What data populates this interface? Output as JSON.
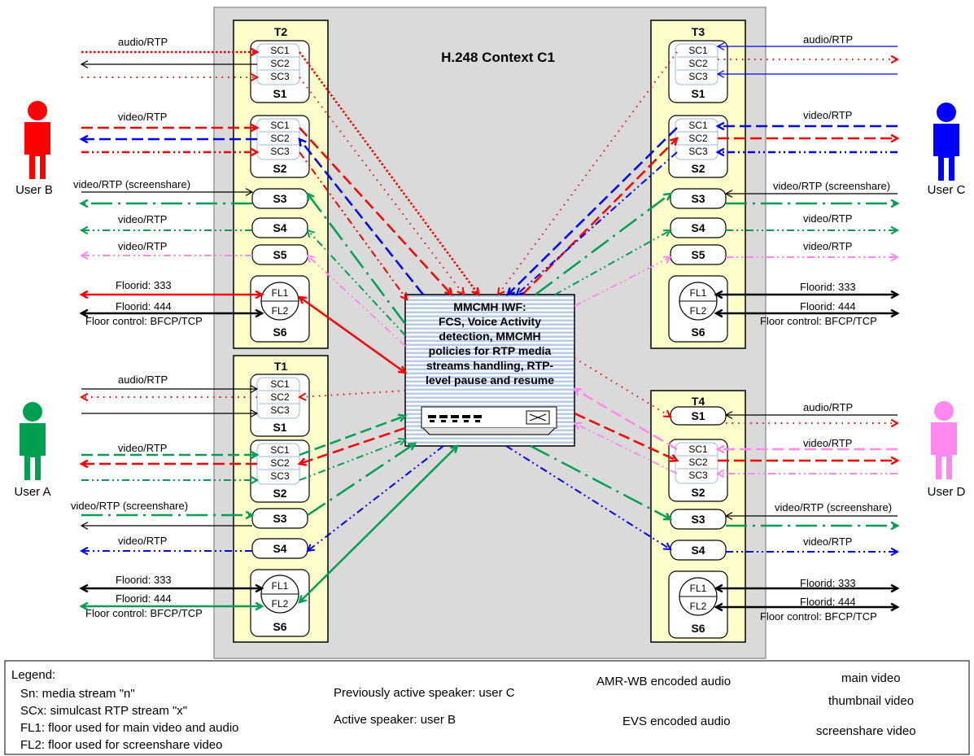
{
  "context_title": "H.248 Context C1",
  "terminations": {
    "t1": "T1",
    "t2": "T2",
    "t3": "T3",
    "t4": "T4"
  },
  "streams": {
    "s1": "S1",
    "s2": "S2",
    "s3": "S3",
    "s4": "S4",
    "s5": "S5",
    "s6": "S6",
    "sc1": "SC1",
    "sc2": "SC2",
    "sc3": "SC3",
    "fl1": "FL1",
    "fl2": "FL2"
  },
  "users": {
    "a": {
      "name": "User A",
      "color": "#00a050"
    },
    "b": {
      "name": "User B",
      "color": "#ff0000"
    },
    "c": {
      "name": "User C",
      "color": "#0000ff"
    },
    "d": {
      "name": "User D",
      "color": "#ff88ee"
    }
  },
  "stream_labels": {
    "audio": "audio/RTP",
    "video": "video/RTP",
    "screenshare": "video/RTP (screenshare)",
    "floor_333": "Floorid: 333",
    "floor_444": "Floorid: 444",
    "floor_control": "Floor control: BFCP/TCP"
  },
  "iwf": {
    "lines": [
      "MMCMH IWF:",
      "FCS, Voice Activity",
      "detection, MMCMH",
      "policies for RTP media",
      "streams handling, RTP-",
      "level pause and resume"
    ]
  },
  "legend": {
    "title": "Legend:",
    "items": [
      "Sn: media stream \"n\"",
      "SCx: simulcast RTP stream \"x\"",
      "FL1: floor used for main video and audio",
      "FL2: floor used for screenshare video"
    ],
    "speakers": {
      "previous": "Previously active speaker: user C",
      "active": "Active speaker: user B"
    },
    "audio_types": {
      "amr": "AMR-WB encoded audio",
      "evs": "EVS encoded audio"
    },
    "video_types": {
      "main": "main video",
      "thumbnail": "thumbnail video",
      "screenshare": "screenshare video"
    }
  },
  "colors": {
    "red": "#ff0000",
    "blue": "#0000ff",
    "green": "#00a050",
    "pink": "#ff88ee",
    "black": "#000000",
    "termination_fill": "#ffffcc",
    "context_fill": "#dadada"
  }
}
